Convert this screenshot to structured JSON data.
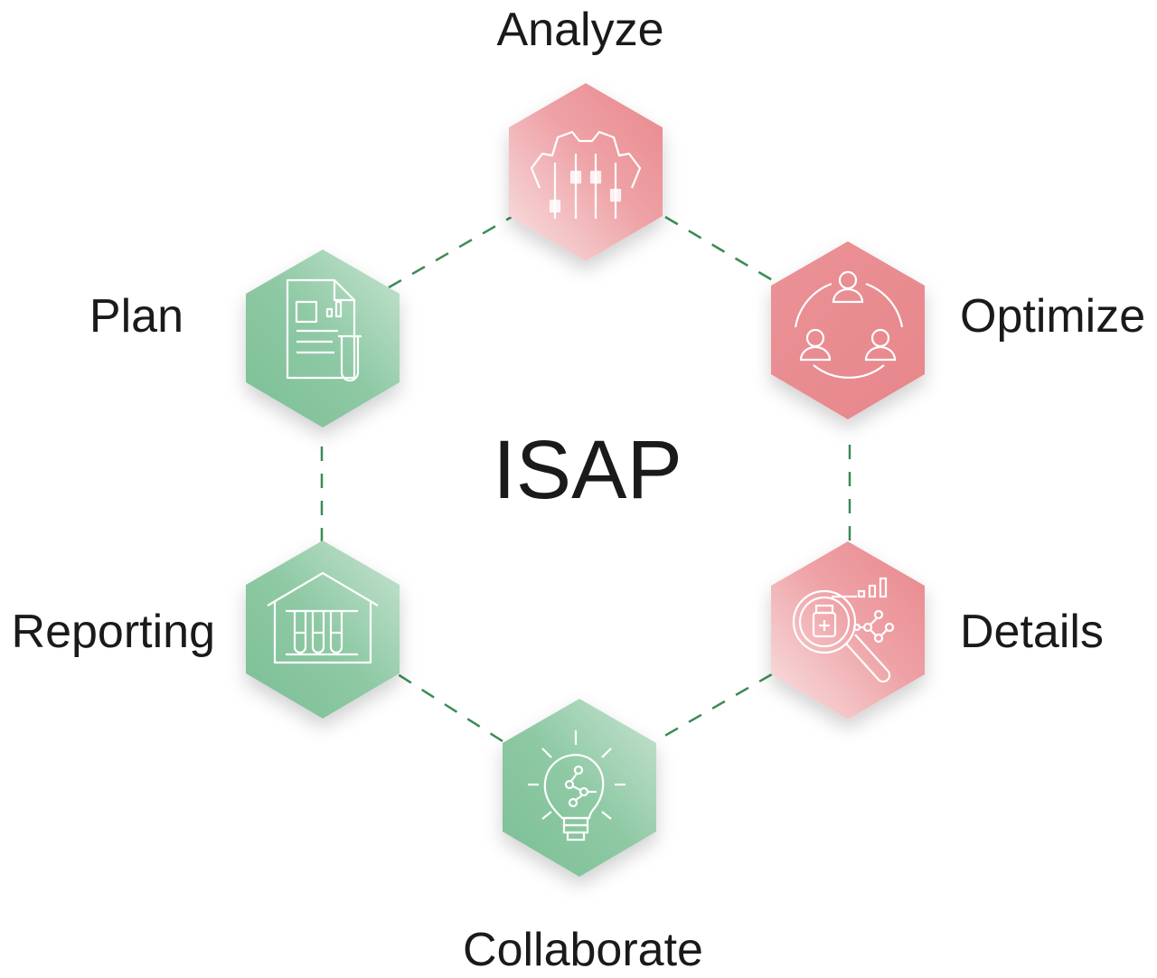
{
  "center_title": "ISAP",
  "colors": {
    "connector": "#3d8a55",
    "pink_light": "#f7dcdd",
    "pink_dark": "#e8878c",
    "green_light": "#b9dcc6",
    "green_dark": "#7cbf96",
    "icon_stroke": "#ffffff",
    "text": "#1a1a1a"
  },
  "nodes": [
    {
      "id": "analyze",
      "label": "Analyze",
      "theme": "pink",
      "icon": "gear-sliders-icon"
    },
    {
      "id": "optimize",
      "label": "Optimize",
      "theme": "pink",
      "icon": "people-cycle-icon"
    },
    {
      "id": "details",
      "label": "Details",
      "theme": "pink",
      "icon": "magnifier-molecule-icon"
    },
    {
      "id": "collaborate",
      "label": "Collaborate",
      "theme": "green",
      "icon": "lightbulb-molecule-icon"
    },
    {
      "id": "reporting",
      "label": "Reporting",
      "theme": "green",
      "icon": "test-tubes-house-icon"
    },
    {
      "id": "plan",
      "label": "Plan",
      "theme": "green",
      "icon": "document-tube-icon"
    }
  ]
}
